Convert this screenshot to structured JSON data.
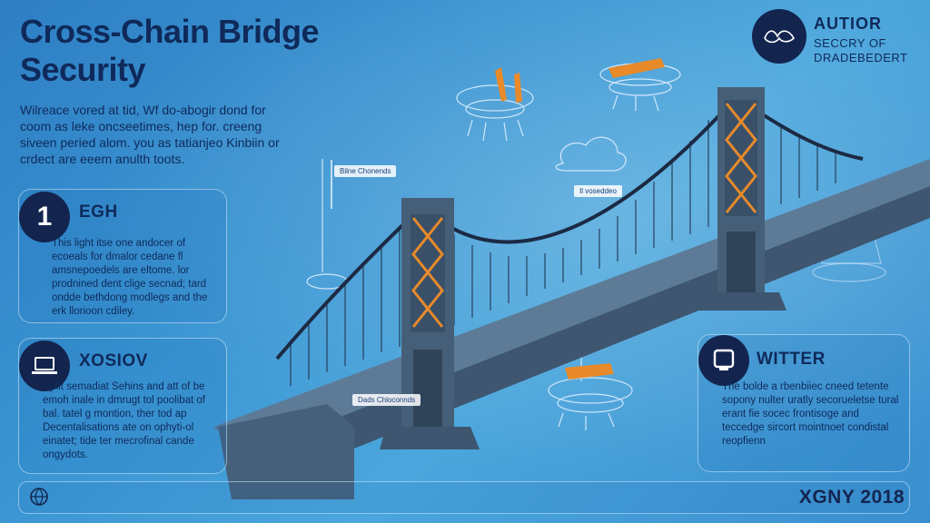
{
  "header": {
    "title_line1": "Cross-Chain Bridge",
    "title_line2": "Security",
    "intro": "Wilreace vored at tid, Wf do-abogir dond for coom as leke oncseetimes, hep for. creeng siveen peried alom. you as tatianjeo Kinbiin or crdect are eeem anulth toots."
  },
  "author": {
    "line1": "AUTIOR",
    "line2": "SECCRY OF",
    "line3": "DRADEBEDERT"
  },
  "cards": [
    {
      "badge": "1",
      "heading": "EGH",
      "body": "This light itse one andocer of ecoeals for dmalor cedane fl amsnepoedels are eltome. lor prodnined dent clige secnad; tard ondde bethdong modlegs and the erk llorioon cdiley."
    },
    {
      "badge_icon": "laptop-icon",
      "heading": "XOSIOV",
      "body": "Uplit semadiat Sehins and att of be emoh inale in dmrugt tol poolibat of bal. tatel g montion, ther tod ap Decentalisations ate on ophyti-ol einatet; tide ter mecrofinal cande ongydots."
    },
    {
      "badge_icon": "monitor-icon",
      "heading": "WITTER",
      "body": "The bolde a rbenbiiec cneed tetente sopony nulter uratly secorueletse tural erant fie socec frontisoge and teccedge sircort mointnoet condistal reopfienn"
    }
  ],
  "bridge_labels": {
    "flag_top": "Bilne Chonends",
    "cloud": "Il voseddeo",
    "base": "Dads Chloconnds"
  },
  "footer": {
    "text": "XGNY 2018"
  },
  "colors": {
    "navy": "#13254f",
    "tower": "#465f78",
    "truss": "#e88a2a",
    "cable": "#1c2a44",
    "background": "#3b95d2"
  }
}
